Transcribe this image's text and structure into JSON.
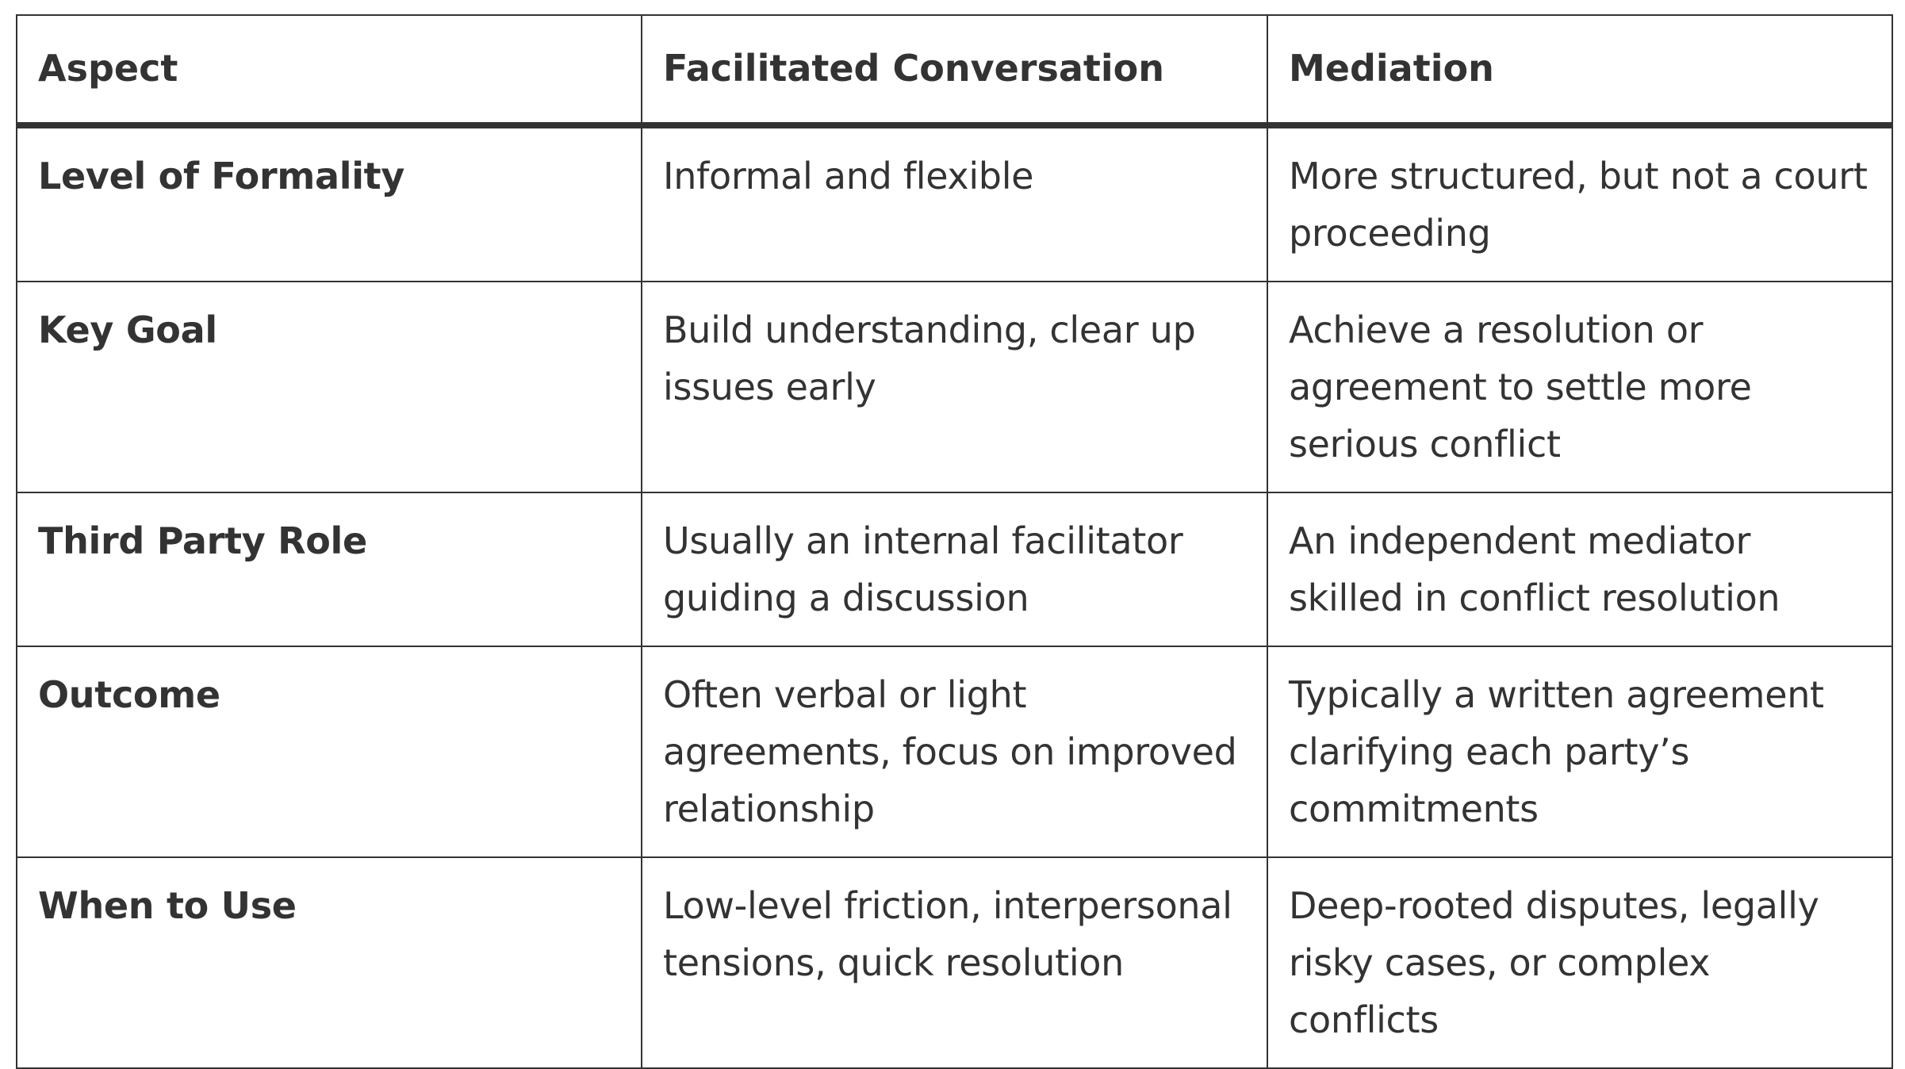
{
  "table": {
    "headers": [
      "Aspect",
      "Facilitated Conversation",
      "Mediation"
    ],
    "rows": [
      [
        "Level of Formality",
        "Informal and flexible",
        "More structured, but not a court proceeding"
      ],
      [
        "Key Goal",
        "Build understanding, clear up issues early",
        "Achieve a resolution or agreement to settle more serious conflict"
      ],
      [
        "Third Party Role",
        "Usually an internal facilitator guiding a discussion",
        "An independent mediator skilled in conflict resolution"
      ],
      [
        "Outcome",
        "Often verbal or light agreements, focus on improved relationship",
        "Typically a written agreement clarifying each party’s commitments"
      ],
      [
        "When to Use",
        "Low-level friction, interpersonal tensions, quick resolution",
        "Deep-rooted disputes, legally risky cases, or complex conflicts"
      ]
    ]
  }
}
